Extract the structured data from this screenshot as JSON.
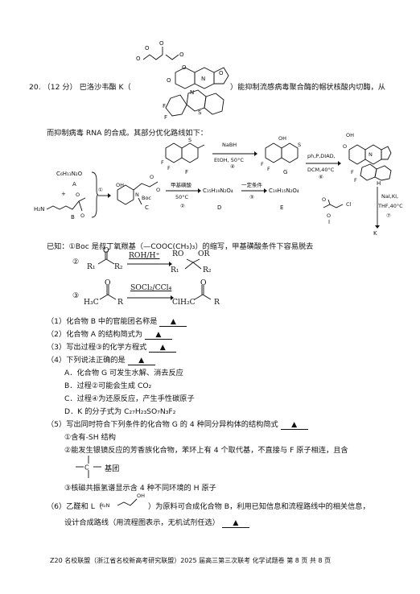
{
  "question": {
    "number": "20.",
    "score": "（12 分）",
    "intro_a": "巴洛沙韦酯 K（",
    "intro_b": "）能抑制流感病毒聚合酶的帽状核酸内切酶，从",
    "intro_c": "而抑制病毒 RNA 的合成。其部分优化路线如下："
  },
  "scheme": {
    "F": "F",
    "G": "G",
    "H": "H",
    "I": "I",
    "K": "K",
    "A_formula": "C₆H₁₁N₂O",
    "A": "A",
    "B": "B",
    "B_amine": "H₂N",
    "C": "C",
    "D": "D",
    "E": "E",
    "D_formula": "C₁₅H₁₉N₂O₄",
    "E_formula": "C₁₉H₁₅N₂O₄",
    "boc": "Boc",
    "r1_top": "NaBH",
    "r1_bottom": "EtOH, 50°C",
    "r1_num": "④",
    "r2_top": "甲基磺酸",
    "r2_bottom": "50°C",
    "r2_num": "②",
    "r3_top": "一定条件",
    "r3_num": "③",
    "r4_top": "ph,P,DIAD,",
    "r4_bottom": "DCM,40°C",
    "r4_num": "⑥",
    "r5_top": "NaI,KI,",
    "r5_bottom": "THF,40°C",
    "r5_num": "⑦",
    "r_first_num": "①",
    "I_cl": "Cl"
  },
  "known": {
    "intro": "已知：①Boc 是叔丁氧羰基（—COOC(CH₃)₃）的缩写，甲基磺酸条件下容易脱去",
    "k2_num": "②",
    "k2_reagent": "ROH/H⁺",
    "k3_num": "③",
    "k3_reagent": "SOCl₂/CCl₄",
    "r1": "R₁",
    "r2": "R₂",
    "ro": "RO",
    "or": "OR",
    "o": "O",
    "h3c": "H₃C",
    "r": "R",
    "clh2c": "ClH₂C"
  },
  "items": {
    "q1": "（1）化合物 B 中的官能团名称是",
    "q2": "（2）化合物 A 的结构简式为",
    "q3": "（3）写出过程③的化学方程式",
    "q4": "（4）下列说法正确的是",
    "q4a": "A．化合物 G 可发生水解、消去反应",
    "q4b": "B．过程②可能会生成 CO₂",
    "q4c": "C．过程④为还原反应，产生手性碳原子",
    "q4d": "D．K 的分子式为 C₂₇H₂₃SO₇N₃F₂",
    "q5": "（5）写出同时符合下列条件的化合物 G 的 4 种同分异构体的结构简式",
    "q5_1": "①含有-SH 结构",
    "q5_2": "②能发生银镜反应的芳香族化合物，苯环上有 4 个取代基，不直接与 F 原子相连，且含",
    "q5_group": "基团",
    "q5_3": "③核磁共振氢谱显示含 4 种不同环境的 H 原子",
    "q6_a": "（6）乙醛和 L（",
    "q6_b": "）为原料可合成化合物 B，利用已知信息和流程路线中的相关信息，",
    "q6_c": "设计合成路线（用流程图表示，无机试剂任选）",
    "blank_mark": "▲",
    "l_nh": "H₂N",
    "l_oh": "OH"
  },
  "footer": "Z20 名校联盟（浙江省名校新高考研究联盟）2025 届高三第三次联考 化学试题卷 第 8 页 共 8 页"
}
